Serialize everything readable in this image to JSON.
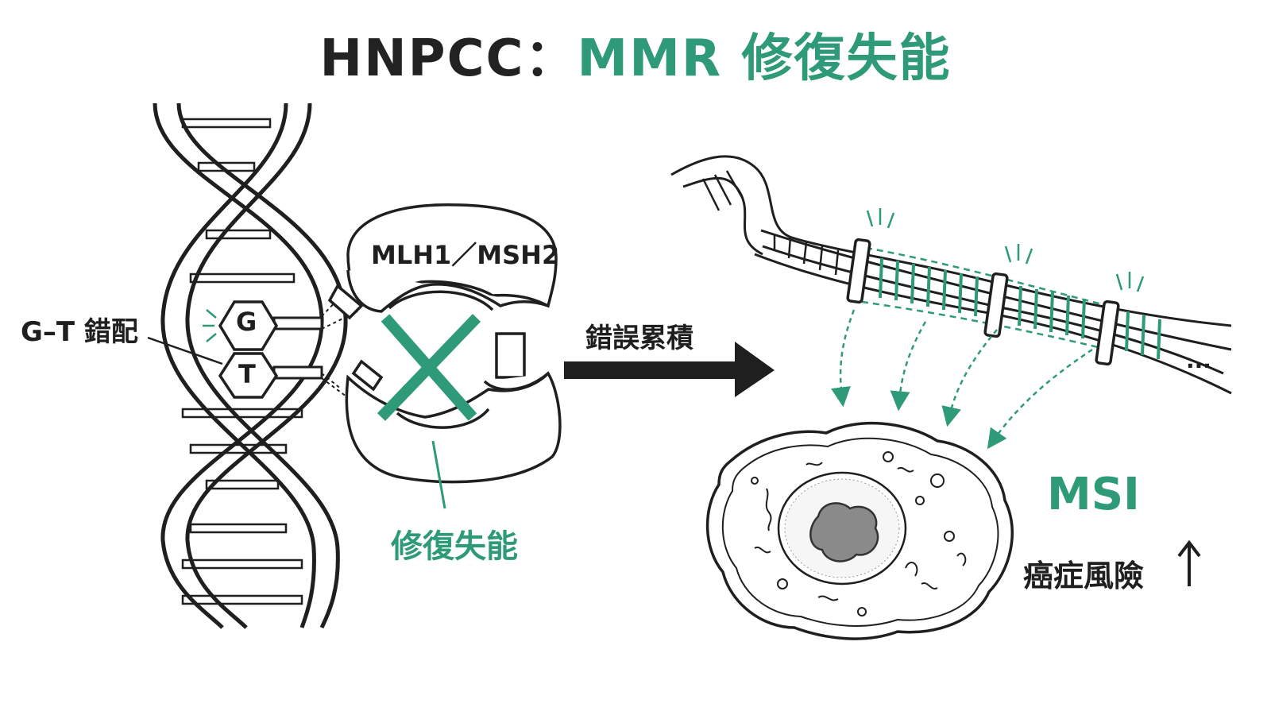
{
  "title": {
    "part_a": "HNPCC：",
    "part_b": "MMR 修復失能"
  },
  "labels": {
    "mismatch": "G–T 錯配",
    "base_g": "G",
    "base_t": "T",
    "complex": "MLH1／MSH2",
    "repair_failure": "修復失能",
    "error_accumulation": "錯誤累積",
    "ellipsis": "...",
    "msi": "MSI",
    "cancer_risk": "癌症風險",
    "up_arrow": "↑"
  },
  "colors": {
    "accent_green": "#2e9a78",
    "ink": "#222222"
  },
  "icons": [
    "dna-double-helix-icon",
    "mmr-protein-complex-icon",
    "cross-mark-icon",
    "right-arrow-icon",
    "dna-strand-icon",
    "tumor-cell-icon"
  ]
}
